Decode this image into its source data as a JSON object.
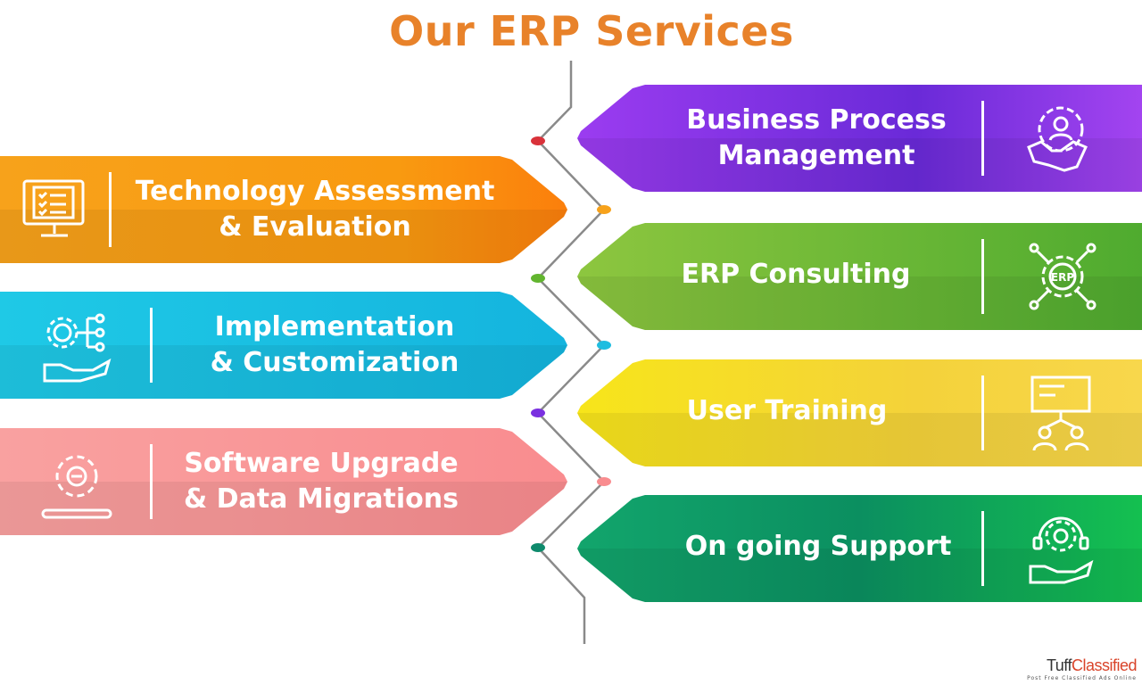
{
  "title": "Our ERP Services",
  "left_services": [
    {
      "line1": "Technology Assessment",
      "line2": "& Evaluation",
      "icon": "monitor-checklist-icon",
      "color": "#f7a21b"
    },
    {
      "line1": "Implementation",
      "line2": "& Customization",
      "icon": "gear-hand-icon",
      "color": "#1fbde0"
    },
    {
      "line1": "Software Upgrade",
      "line2": "& Data Migrations",
      "icon": "gear-progress-icon",
      "color": "#f98c8f"
    }
  ],
  "right_services": [
    {
      "line1": "Business Process",
      "line2": "Management",
      "icon": "handshake-gear-icon",
      "color": "#7a30e0"
    },
    {
      "line1": "ERP Consulting",
      "icon": "erp-gear-network-icon",
      "icon_text": "ERP",
      "color": "#62b52f"
    },
    {
      "line1": "User Training",
      "icon": "presentation-users-icon",
      "color": "#f2d92c"
    },
    {
      "line1": "On going Support",
      "icon": "support-gear-hand-icon",
      "color": "#13a86a"
    }
  ],
  "watermark": {
    "brand_a": "Tuff",
    "brand_b": "Classified",
    "tagline": "Post Free Classified Ads Online"
  }
}
